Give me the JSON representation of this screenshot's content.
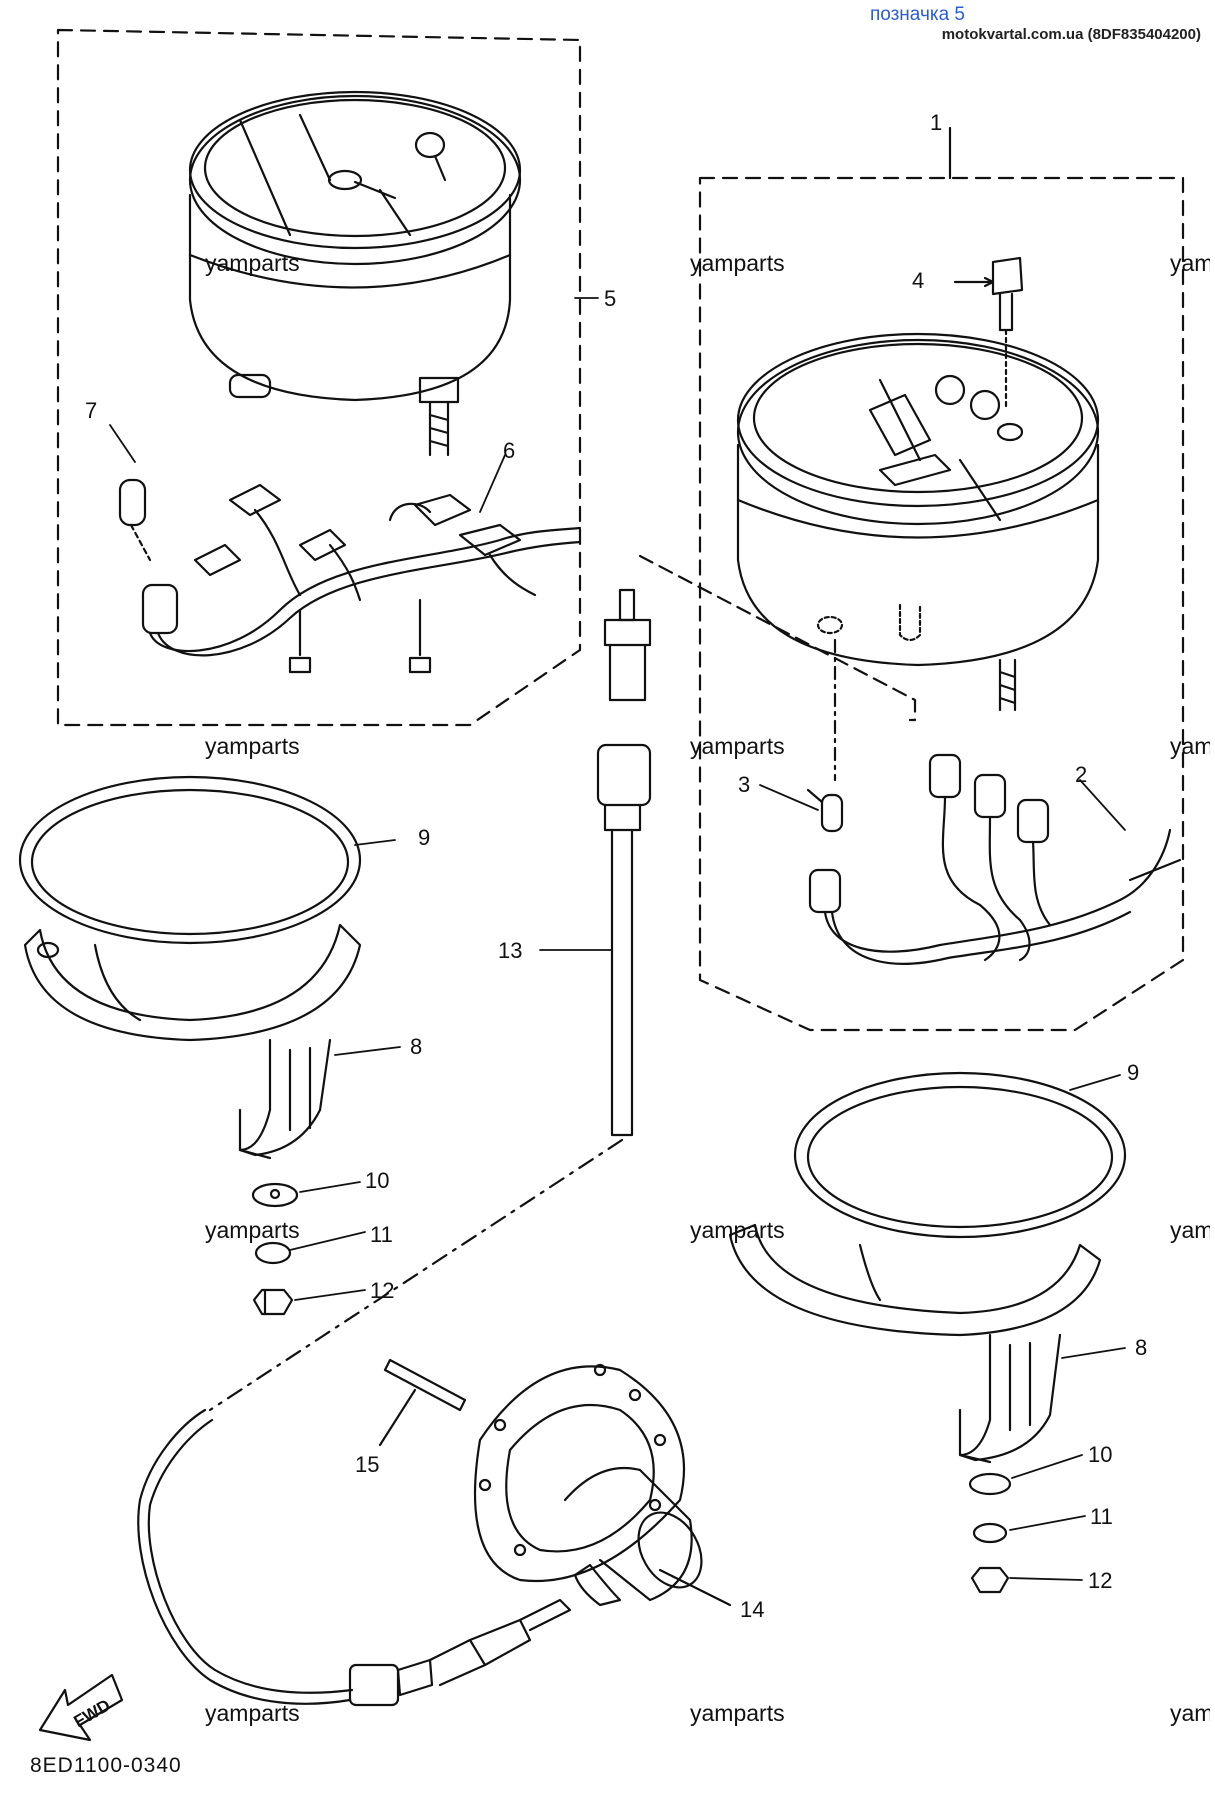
{
  "header": {
    "link_label": "позначка 5",
    "source_text": "motokvartal.com.ua (8DF835404200)"
  },
  "watermark": "yamparts",
  "fwd_label": "FWD",
  "diagram_code": "8ED1100-0340",
  "callouts": {
    "c1": "1",
    "c2": "2",
    "c3": "3",
    "c4": "4",
    "c5": "5",
    "c6": "6",
    "c7": "7",
    "c8a": "8",
    "c8b": "8",
    "c9a": "9",
    "c9b": "9",
    "c10a": "10",
    "c10b": "10",
    "c11a": "11",
    "c11b": "11",
    "c12a": "12",
    "c12b": "12",
    "c13": "13",
    "c14": "14",
    "c15": "15"
  },
  "parts": [
    {
      "ref": "1",
      "name": "speedometer-assembly"
    },
    {
      "ref": "2",
      "name": "speedometer-wire-harness"
    },
    {
      "ref": "3",
      "name": "speedometer-bulb"
    },
    {
      "ref": "4",
      "name": "trip-reset-knob"
    },
    {
      "ref": "5",
      "name": "tachometer-assembly"
    },
    {
      "ref": "6",
      "name": "tachometer-wire-harness"
    },
    {
      "ref": "7",
      "name": "tachometer-bulb"
    },
    {
      "ref": "8",
      "name": "meter-bracket"
    },
    {
      "ref": "9",
      "name": "rubber-ring"
    },
    {
      "ref": "10",
      "name": "washer"
    },
    {
      "ref": "11",
      "name": "spring-washer"
    },
    {
      "ref": "12",
      "name": "nut"
    },
    {
      "ref": "13",
      "name": "speedometer-cable"
    },
    {
      "ref": "14",
      "name": "speedometer-gear-unit"
    },
    {
      "ref": "15",
      "name": "pin"
    }
  ]
}
